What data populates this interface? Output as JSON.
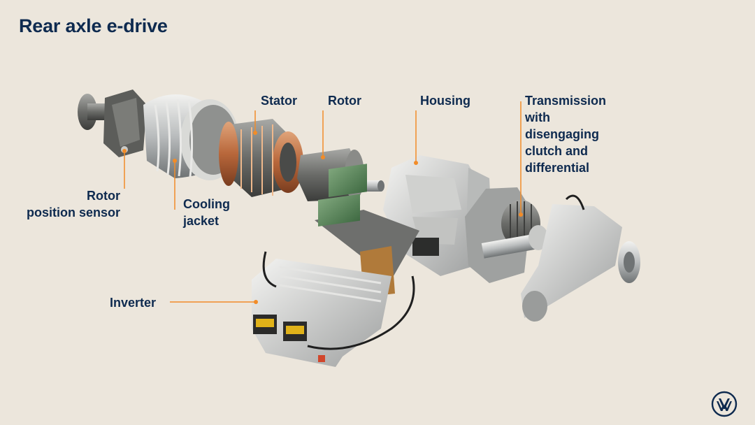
{
  "title": "Rear axle e-drive",
  "labels": {
    "stator": "Stator",
    "rotor": "Rotor",
    "housing": "Housing",
    "transmission": [
      "Transmission",
      "with",
      "disengaging",
      "clutch and",
      "differential"
    ],
    "rotor_position_sensor": [
      "Rotor",
      "position sensor"
    ],
    "cooling_jacket": [
      "Cooling",
      "jacket"
    ],
    "inverter": "Inverter"
  },
  "colors": {
    "background": "#ece6dc",
    "text": "#0e2a4f",
    "callout": "#f28c28"
  },
  "logo": "vw-logo-icon"
}
